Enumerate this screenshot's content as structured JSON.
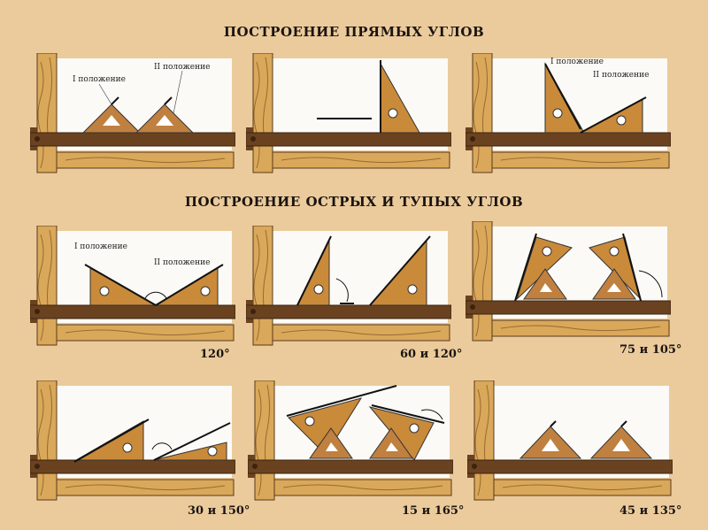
{
  "titles": {
    "right_angles": "ПОСТРОЕНИЕ ПРЯМЫХ УГЛОВ",
    "acute_obtuse": "ПОСТРОЕНИЕ ОСТРЫХ И ТУПЫХ  УГЛОВ"
  },
  "labels": {
    "pos1": "I положение",
    "pos2": "II положение"
  },
  "captions": [
    "120°",
    "60 и 120°",
    "75 и 105°",
    "30 и 150°",
    "15 и 165°",
    "45 и 135°"
  ],
  "colors": {
    "background": "#ebcb9c",
    "triangle": "#c98a3a",
    "ruler": "#6b4220",
    "wood": "#d9a85a"
  }
}
